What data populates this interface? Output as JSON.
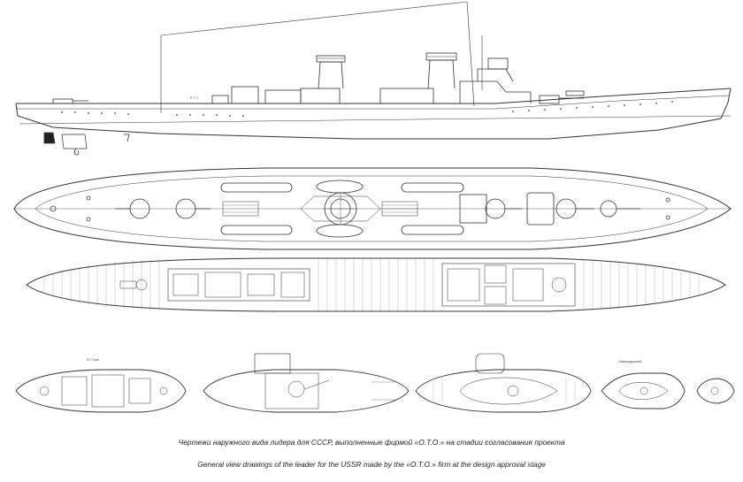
{
  "drawing": {
    "views": [
      {
        "name": "side-elevation"
      },
      {
        "name": "upper-deck-plan"
      },
      {
        "name": "lower-deck-plan"
      },
      {
        "name": "platform-plan-1"
      },
      {
        "name": "platform-plan-2"
      },
      {
        "name": "platform-plan-3"
      },
      {
        "name": "platform-plan-4"
      },
      {
        "name": "platform-plan-5"
      }
    ],
    "small_labels": {
      "platform_1": "37 Tunk",
      "platform_4": "Dвенадцатый"
    }
  },
  "caption": {
    "russian": "Чертежи наружного вида лидера для СССР, выполненные фирмой «О.Т.О.» на стадии согласования проекта",
    "english": "General view drawings of the leader for the USSR made by the «O.T.O.» firm at the design approval stage"
  }
}
